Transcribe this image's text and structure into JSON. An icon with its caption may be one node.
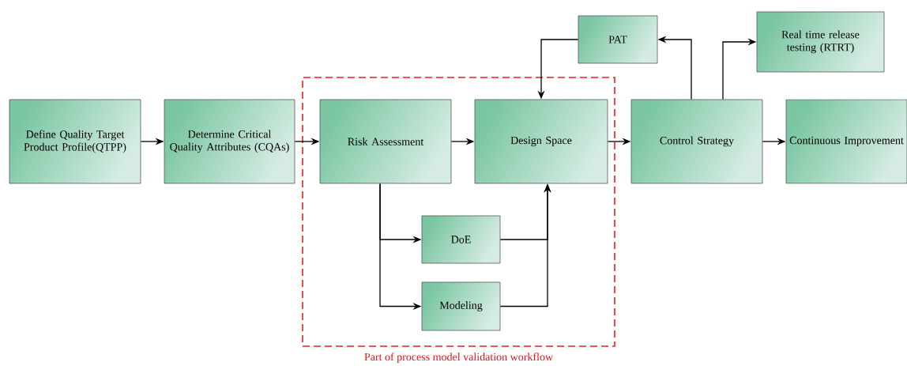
{
  "diagram": {
    "nodes": [
      {
        "text": [
          "Define Quality Target Product Profile(QTPP)"
        ]
      },
      {
        "text": [
          "Determine Critical Quality Attributes (CQAs)"
        ]
      },
      {
        "text": [
          "Part of process model validation workflow"
        ]
      },
      {
        "text": [
          "Risk Assessment"
        ],
        "in": 2
      },
      {
        "text": [
          "Design Space"
        ],
        "in": 2
      },
      {
        "text": [
          "DoE"
        ],
        "in": 2
      },
      {
        "text": [
          "Modeling"
        ],
        "in": 2
      },
      {
        "text": [
          "Control Strategy"
        ]
      },
      {
        "text": [
          "Continuous Improvement"
        ]
      },
      {
        "text": [
          "PAT"
        ]
      },
      {
        "text": [
          "Real time release testing (RTRT)"
        ]
      }
    ],
    "edges": [
      {
        "from": 0,
        "to": 1,
        "arrow": "to"
      },
      {
        "from": 1,
        "to": 3,
        "arrow": "to"
      },
      {
        "from": 3,
        "to": 4,
        "arrow": "to"
      },
      {
        "from": 3,
        "to": 5,
        "arrow": "to"
      },
      {
        "from": 3,
        "to": 6,
        "arrow": "to"
      },
      {
        "from": 5,
        "to": 4,
        "arrow": "to"
      },
      {
        "from": 6,
        "to": 4,
        "arrow": "to"
      },
      {
        "from": 4,
        "to": 7,
        "arrow": "to"
      },
      {
        "from": 7,
        "to": 8,
        "arrow": "to"
      },
      {
        "from": 7,
        "to": 9,
        "arrow": "to"
      },
      {
        "from": 7,
        "to": 10,
        "arrow": "to"
      },
      {
        "from": 9,
        "to": 4,
        "arrow": "to"
      }
    ]
  }
}
